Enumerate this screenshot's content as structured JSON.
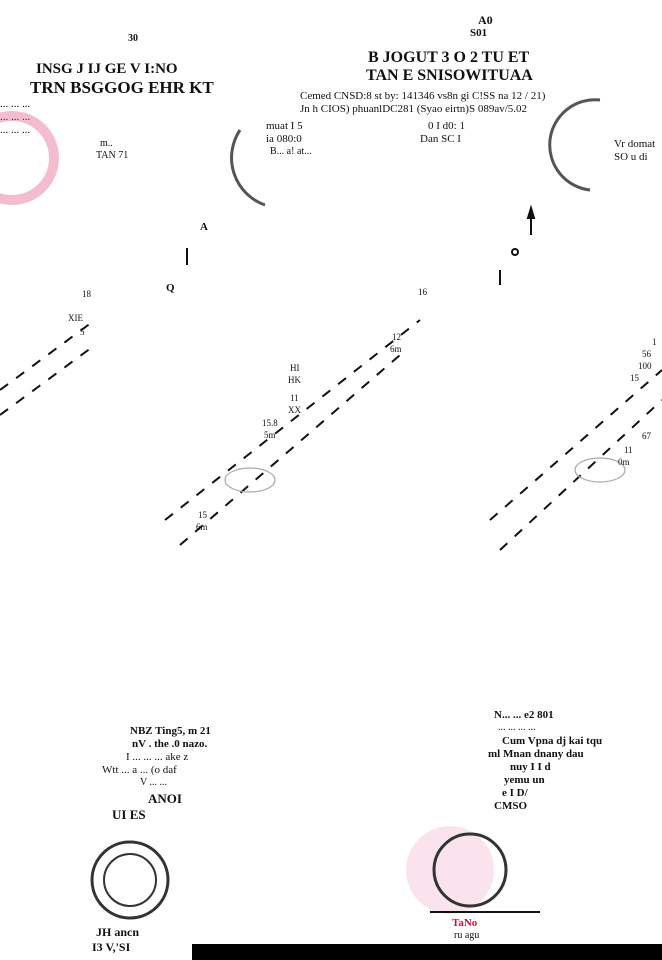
{
  "header": {
    "top_marks": [
      "A0",
      "S01",
      "30"
    ],
    "left_title": "TRN BSGGOG EHR KT",
    "left_title_top": "INSG J IJ GE V I:NO",
    "left_lines": [
      "... ... ...",
      "... ... ...",
      "... ... ..."
    ],
    "left_small": [
      "m..",
      "TAN 71"
    ],
    "right_title_1": "B JOGUT 3 O 2 TU ET",
    "right_title_2": "TAN E SNISOWITUAA",
    "right_line_1": "Cemed CNSD:8 st by: 141346 vs8n gi C!SS na 12 / 21)",
    "right_line_2": "Jn h CIOS) phuanlDC281 (Syao eirtn)S 089av/5.02",
    "info_left": [
      "muat I 5",
      "ia 080:0",
      "B... a! at..."
    ],
    "info_right": [
      "0 I d0: 1",
      "Dan SC I"
    ],
    "edge_right": [
      "Vr domat",
      "SO u di"
    ]
  },
  "drawing": {
    "left_labels": [
      "A",
      "Q",
      "16",
      "12",
      "6m",
      "HI",
      "HK",
      "11",
      "XX",
      "15.8",
      "5m",
      "15",
      "6m",
      "18",
      "XIE",
      "5"
    ],
    "right_labels": [
      "1",
      "56",
      "100",
      "15",
      "67",
      "11",
      "0m"
    ],
    "north_arrow": "north-arrow"
  },
  "footer": {
    "left_block": [
      "NBZ Ting5, m 21",
      "nV . the .0 nazo.",
      "I ... ... ... ake z",
      "Wtt ... a ... (o daf",
      "V ... ...",
      "ANOI",
      "UI ES"
    ],
    "left_sign": [
      "JH ancn",
      "I3 V,'SI"
    ],
    "right_block": [
      "N... ... e2 801",
      "... ... ... ...",
      "Cum Vpna dj kai tqu",
      "ml Mnan dnany dau",
      "nuy I I d",
      "yemu un",
      "e I D/",
      "CMSO"
    ],
    "right_sign": [
      "TaNo",
      "ru agu"
    ]
  },
  "colors": {
    "stamp_red": "#e0407a",
    "ink": "#111111"
  }
}
